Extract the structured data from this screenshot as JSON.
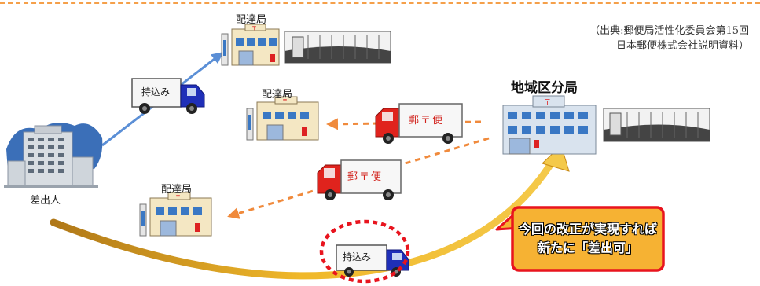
{
  "source_note": {
    "line1": "（出典:郵便局活性化委員会第15回",
    "line2": "日本郵便株式会社説明資料）"
  },
  "labels": {
    "post_office_top": "配達局",
    "post_office_middle": "配達局",
    "post_office_bottom": "配達局",
    "regional_hub": "地域区分局",
    "sender": "差出人"
  },
  "trucks": {
    "carry_in_label": "持込み",
    "mail_label": "郵〒便"
  },
  "callout": {
    "line1": "今回の改正が実現すれば",
    "line2": "新たに「差出可」"
  },
  "colors": {
    "dashed_arrow": "#f08a3c",
    "blue_arrow": "#5b8fd6",
    "gold_arrow": "#e0a21c",
    "callout_fill": "#f6b233",
    "callout_border": "#e8141e",
    "highlight_circle": "#e8141e"
  }
}
